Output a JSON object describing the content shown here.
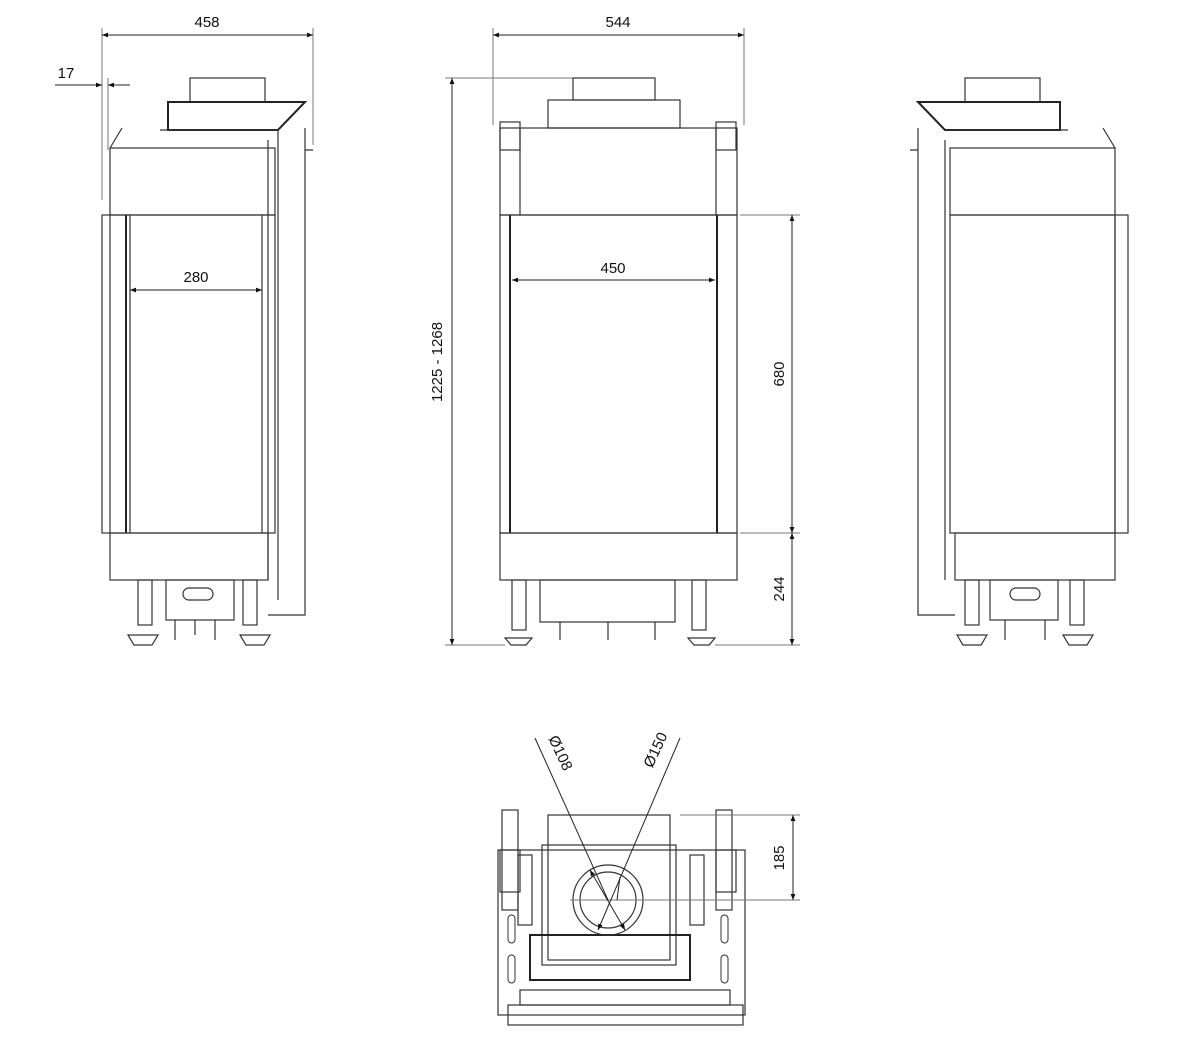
{
  "drawing": {
    "side_view_left": {
      "overall_depth": "458",
      "offset": "17",
      "glass_width": "280"
    },
    "front_view": {
      "overall_width": "544",
      "overall_height": "1225 - 1268",
      "glass_width": "450",
      "glass_height": "680",
      "base_height": "244"
    },
    "top_view": {
      "inner_flue_diameter": "Ø108",
      "outer_flue_diameter": "Ø150",
      "flue_offset": "185"
    }
  },
  "colors": {
    "line": "#333333",
    "background": "#ffffff"
  }
}
